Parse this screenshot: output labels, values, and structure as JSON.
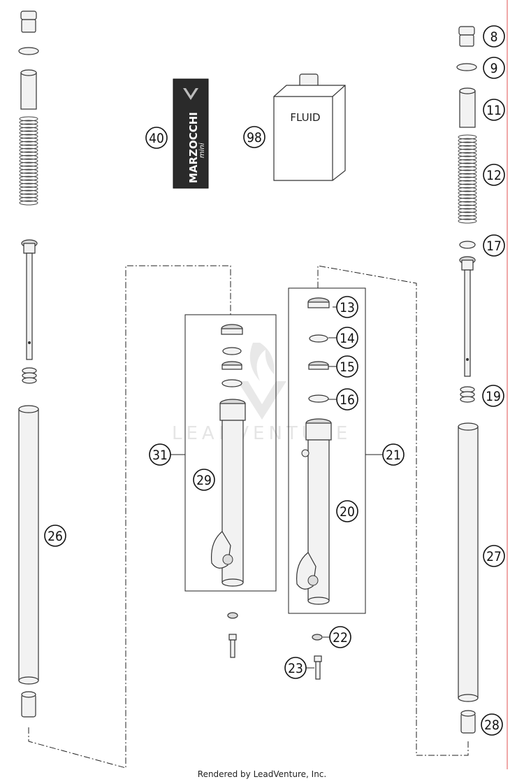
{
  "callouts": [
    {
      "id": "c8",
      "label": "8"
    },
    {
      "id": "c9",
      "label": "9"
    },
    {
      "id": "c11",
      "label": "11"
    },
    {
      "id": "c12",
      "label": "12"
    },
    {
      "id": "c13",
      "label": "13"
    },
    {
      "id": "c14",
      "label": "14"
    },
    {
      "id": "c15",
      "label": "15"
    },
    {
      "id": "c16",
      "label": "16"
    },
    {
      "id": "c17",
      "label": "17"
    },
    {
      "id": "c19",
      "label": "19"
    },
    {
      "id": "c20",
      "label": "20"
    },
    {
      "id": "c21",
      "label": "21"
    },
    {
      "id": "c22",
      "label": "22"
    },
    {
      "id": "c23",
      "label": "23"
    },
    {
      "id": "c26",
      "label": "26"
    },
    {
      "id": "c27",
      "label": "27"
    },
    {
      "id": "c28",
      "label": "28"
    },
    {
      "id": "c29",
      "label": "29"
    },
    {
      "id": "c31",
      "label": "31"
    },
    {
      "id": "c40",
      "label": "40"
    },
    {
      "id": "c98",
      "label": "98"
    }
  ],
  "fluid_label": "FLUID",
  "decal": {
    "brand": "MARZOCCHI",
    "sub": "mini"
  },
  "watermark": "LEADVENTURE",
  "footer": "Rendered by LeadVenture, Inc."
}
